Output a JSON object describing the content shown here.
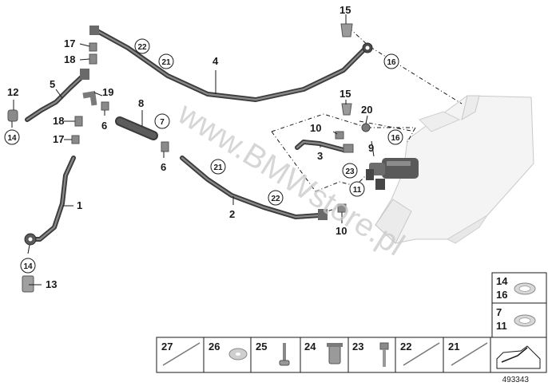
{
  "watermark": "www.BMWstore.pl",
  "reference_number": "493343",
  "callouts": {
    "p1": "1",
    "p2": "2",
    "p3": "3",
    "p4": "4",
    "p5": "5",
    "p6a": "6",
    "p6b": "6",
    "p8": "8",
    "p9": "9",
    "p10a": "10",
    "p10b": "10",
    "p12": "12",
    "p13": "13",
    "p15a": "15",
    "p15b": "15",
    "p17a": "17",
    "p17b": "17",
    "p18a": "18",
    "p18b": "18",
    "p19": "19",
    "p20": "20"
  },
  "circled_callouts": {
    "c7": "7",
    "c11": "11",
    "c14a": "14",
    "c14b": "14",
    "c16a": "16",
    "c16b": "16",
    "c21a": "21",
    "c21b": "21",
    "c22a": "22",
    "c22b": "22",
    "c23": "23"
  },
  "side_panel": {
    "row1_top": "14",
    "row1_bottom": "16",
    "row2_top": "7",
    "row2_bottom": "11"
  },
  "bottom_strip": [
    "27",
    "26",
    "25",
    "24",
    "23",
    "22",
    "21"
  ]
}
